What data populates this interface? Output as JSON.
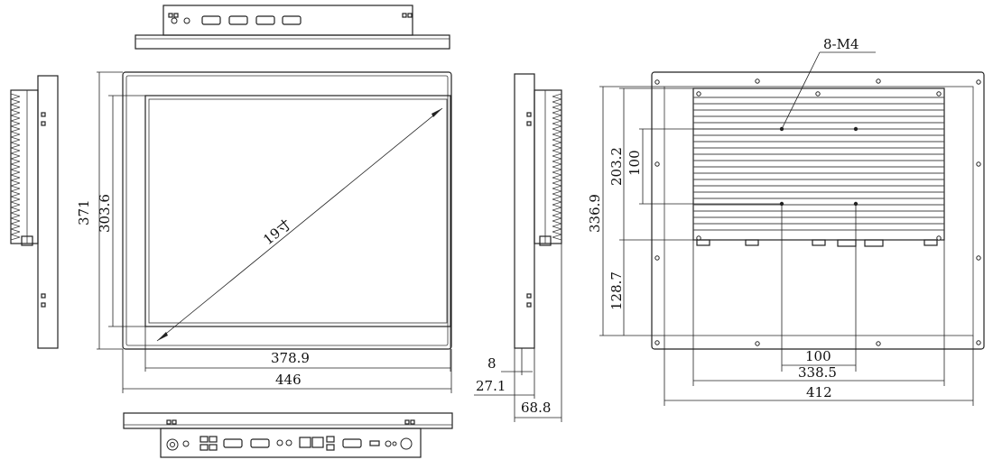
{
  "dimensions": {
    "width_total": "446",
    "width_active": "378.9",
    "height_total": "371",
    "height_active": "303.6",
    "diagonal": "19寸",
    "side_bezel": "8",
    "side_mount": "27.1",
    "side_depth": "68.8",
    "rear_screw": "8-M4",
    "rear_vert_total": "336.9",
    "rear_vert_upper": "203.2",
    "rear_vert_hole": "100",
    "rear_vert_lower": "128.7",
    "rear_horiz_hole": "100",
    "rear_horiz_spacing": "338.5",
    "rear_horiz_total": "412"
  },
  "colors": {
    "line": "#222222",
    "background": "#ffffff"
  }
}
